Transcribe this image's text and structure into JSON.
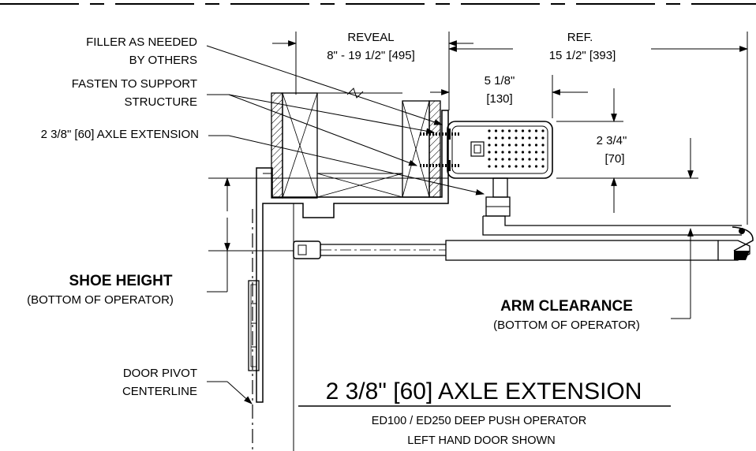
{
  "labels": {
    "filler_line1": "FILLER AS NEEDED",
    "filler_line2": "BY OTHERS",
    "fasten_line1": "FASTEN TO SUPPORT",
    "fasten_line2": "STRUCTURE",
    "axle_callout": "2 3/8\" [60] AXLE EXTENSION",
    "reveal_title": "REVEAL",
    "reveal_value": "8\" - 19 1/2\" [495]",
    "ref_title": "REF.",
    "ref_value": "15 1/2\" [393]",
    "dim_5_1_8_in": "5 1/8\"",
    "dim_5_1_8_mm": "[130]",
    "dim_2_3_4_in": "2 3/4\"",
    "dim_2_3_4_mm": "[70]",
    "shoe_height": "SHOE HEIGHT",
    "shoe_height_sub": "(BOTTOM OF OPERATOR)",
    "arm_clearance": "ARM CLEARANCE",
    "arm_clearance_sub": "(BOTTOM OF OPERATOR)",
    "door_pivot_line1": "DOOR PIVOT",
    "door_pivot_line2": "CENTERLINE",
    "main_title": "2 3/8\" [60] AXLE EXTENSION",
    "subtitle_line1": "ED100 / ED250 DEEP PUSH OPERATOR",
    "subtitle_line2": "LEFT HAND DOOR SHOWN"
  }
}
